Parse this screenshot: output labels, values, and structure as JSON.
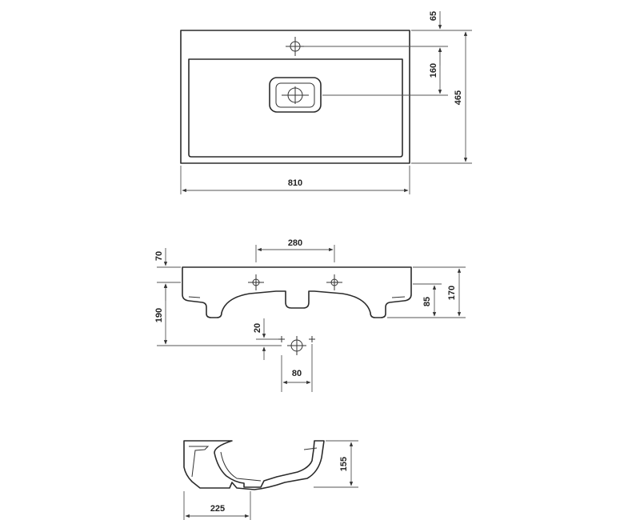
{
  "drawing": {
    "top_view": {
      "width_label": "810",
      "depth_label": "465",
      "tap_offset_label": "65",
      "drain_offset_label": "160"
    },
    "front_view": {
      "tap_spacing_label": "280",
      "top_offset_label": "70",
      "height_label": "190",
      "side_height_label": "170",
      "inner_height_label": "85",
      "bracket_vertical_label": "20",
      "bracket_horizontal_label": "80"
    },
    "side_view": {
      "depth_label": "225",
      "height_label": "155"
    }
  }
}
